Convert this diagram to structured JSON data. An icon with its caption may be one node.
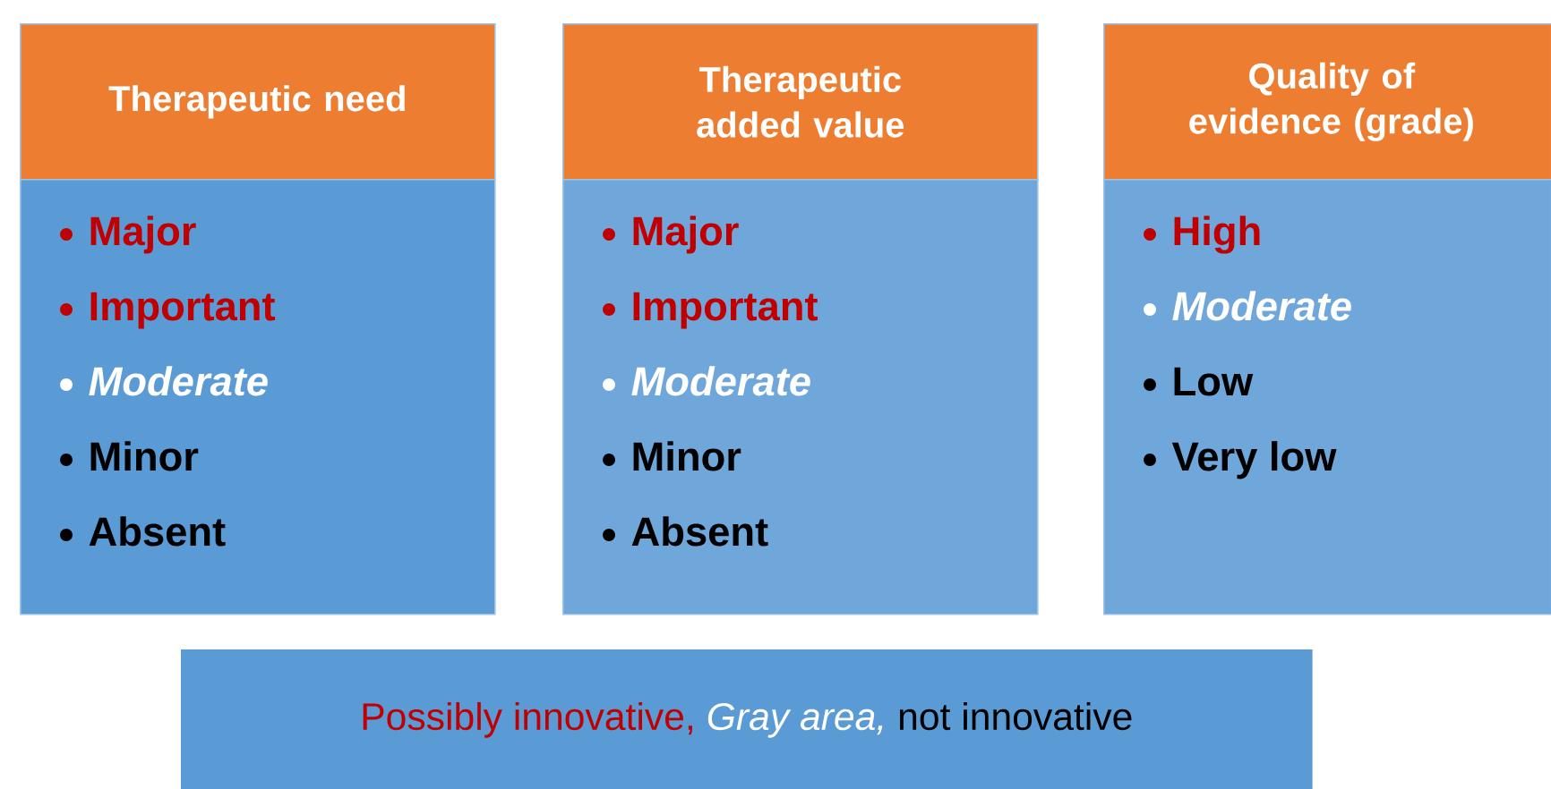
{
  "diagram": {
    "nodes": [
      {
        "text": [
          "Therapeutic need"
        ]
      },
      {
        "text": [
          "Therapeutic added value"
        ]
      },
      {
        "text": [
          "Quality of evidence (grade)"
        ]
      },
      {
        "text": [
          "Major",
          "Important",
          "Moderate",
          "Minor",
          "Absent"
        ]
      },
      {
        "text": [
          "Major",
          "Important",
          "Moderate",
          "Minor",
          "Absent"
        ]
      },
      {
        "text": [
          "High",
          "Moderate",
          "Low",
          "Very low"
        ]
      },
      {
        "text": [
          "Possibly innovative,",
          "Gray area,",
          "not innovative"
        ]
      }
    ]
  }
}
